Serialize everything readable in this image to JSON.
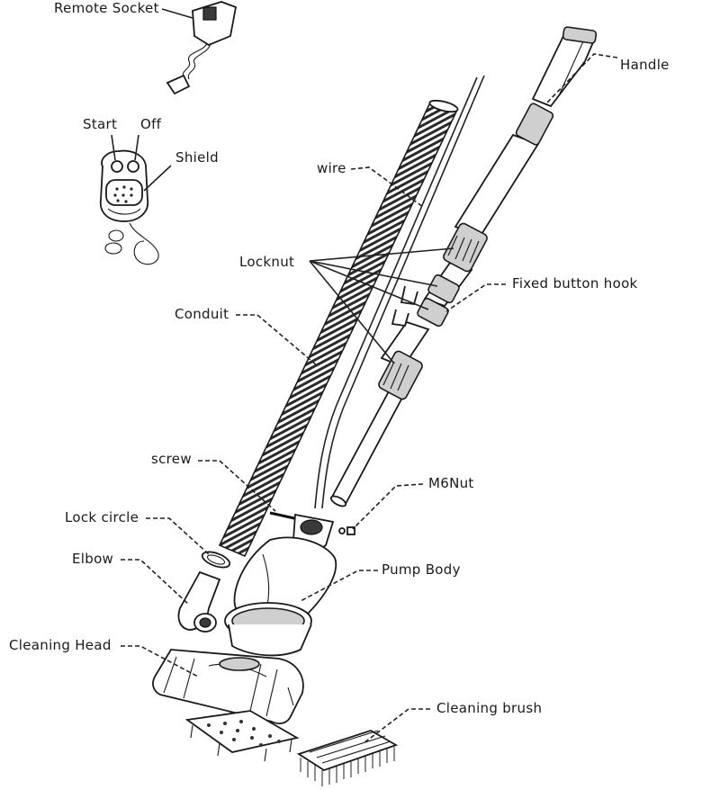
{
  "labels": {
    "remote_socket": "Remote Socket",
    "start": "Start",
    "off": "Off",
    "shield": "Shield",
    "handle": "Handle",
    "wire": "wire",
    "locknut": "Locknut",
    "fixed_button_hook": "Fixed button hook",
    "conduit": "Conduit",
    "screw": "screw",
    "m6nut": "M6Nut",
    "lock_circle": "Lock circle",
    "elbow": "Elbow",
    "pump_body": "Pump Body",
    "cleaning_head": "Cleaning Head",
    "cleaning_brush": "Cleaning brush"
  }
}
